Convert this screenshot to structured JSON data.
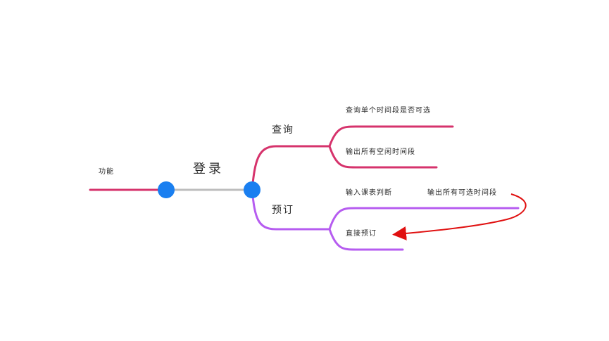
{
  "mindmap": {
    "left_label": "功能",
    "center_label": "登录",
    "branches": {
      "query": {
        "label": "查询",
        "children": [
          "查询单个时间段是否可选",
          "输出所有空闲时间段"
        ]
      },
      "reserve": {
        "label": "预订",
        "children": [
          "输入课表判断",
          "输出所有可选时间段",
          "直接预订"
        ]
      }
    }
  },
  "colors": {
    "left_branch": "#d6336c",
    "connector": "#bdbdbd",
    "node": "#1a7ff0",
    "query_branch": "#d6336c",
    "reserve_branch": "#b65cf0",
    "arrow": "#e01010",
    "text": "#2a2a2a"
  }
}
